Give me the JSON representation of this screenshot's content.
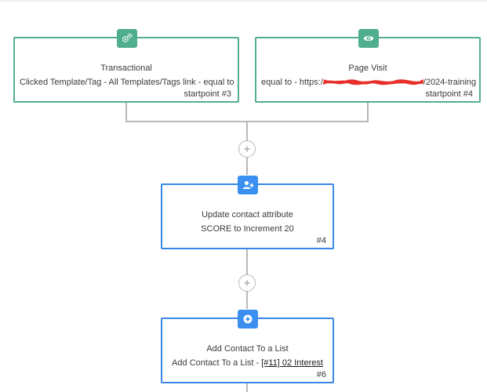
{
  "colors": {
    "trigger_border": "#54ad8f",
    "trigger_badge": "#4fae8c",
    "action_border": "#3a86e8",
    "action_badge": "#3a8ff0",
    "connector": "#b8b8b8",
    "redaction": "#e8302a"
  },
  "nodes": {
    "transactional": {
      "icon": "gears-icon",
      "title": "Transactional",
      "description": "Clicked Template/Tag - All Templates/Tags link - equal to",
      "id_label": "startpoint #3"
    },
    "page_visit": {
      "icon": "eye-icon",
      "title": "Page Visit",
      "description_prefix": "equal to - https:/",
      "description_suffix": "/2024-training",
      "id_label": "startpoint #4"
    },
    "update_attribute": {
      "icon": "user-plus-icon",
      "title": "Update contact attribute",
      "description": "SCORE to Increment 20",
      "id_label": "#4"
    },
    "add_to_list": {
      "icon": "plus-circle-icon",
      "title": "Add Contact To a List",
      "description_prefix": "Add Contact To a List - ",
      "list_link": "[#11] 02 Interest",
      "id_label": "#6"
    }
  }
}
